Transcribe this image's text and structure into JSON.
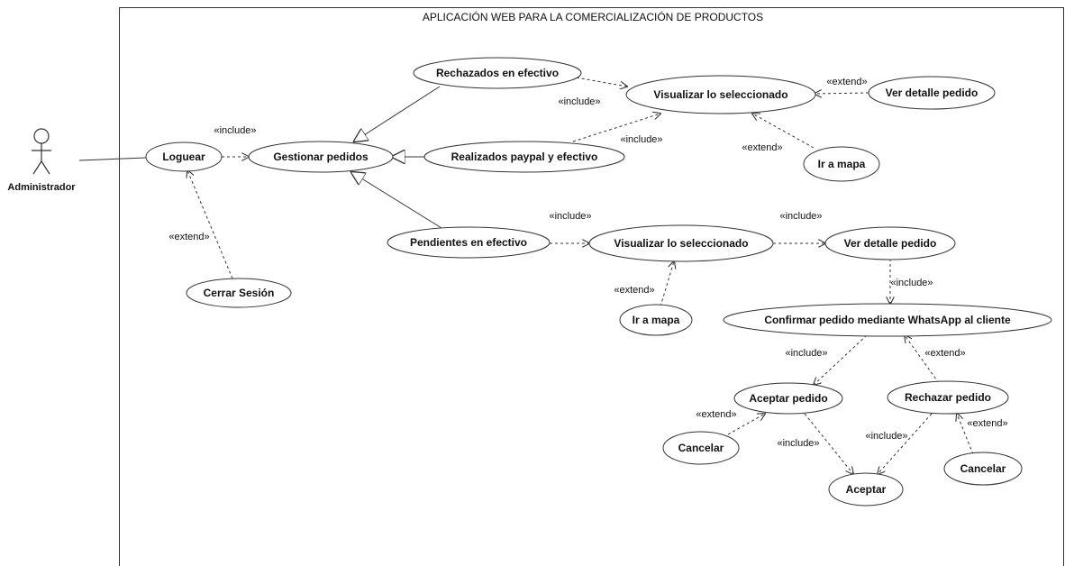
{
  "system": {
    "title": "APLICACIÓN WEB PARA LA COMERCIALIZACIÓN DE PRODUCTOS"
  },
  "actor": {
    "name": "Administrador"
  },
  "use_cases": {
    "loguear": "Loguear",
    "gestionar": "Gestionar pedidos",
    "cerrar_sesion": "Cerrar Sesión",
    "rechazados": "Rechazados en efectivo",
    "realizados": "Realizados paypal y efectivo",
    "pendientes": "Pendientes en efectivo",
    "visualizar_1": "Visualizar lo seleccionado",
    "ver_detalle_1": "Ver detalle pedido",
    "ir_mapa_1": "Ir a mapa",
    "visualizar_2": "Visualizar lo seleccionado",
    "ir_mapa_2": "Ir a mapa",
    "ver_detalle_2": "Ver detalle pedido",
    "confirmar": "Confirmar pedido mediante WhatsApp al cliente",
    "aceptar_pedido": "Aceptar pedido",
    "rechazar_pedido": "Rechazar pedido",
    "cancelar_1": "Cancelar",
    "aceptar": "Aceptar",
    "cancelar_2": "Cancelar"
  },
  "stereotypes": {
    "include": "«include»",
    "extend": "«extend»"
  }
}
